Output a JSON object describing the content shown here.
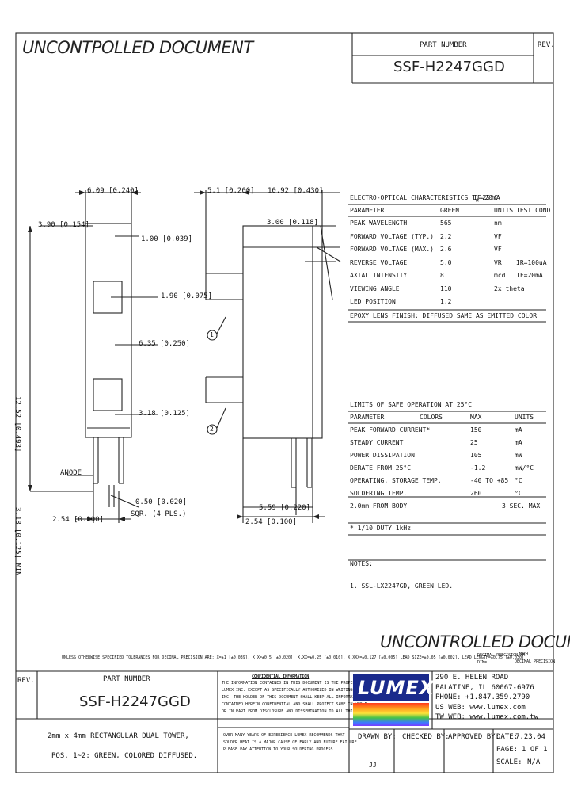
{
  "header": {
    "watermark": "UNCONTPOLLED DOCUMENT",
    "part_number_label": "PART NUMBER",
    "part_number": "SSF-H2247GGD",
    "rev_label": "REV."
  },
  "drawing": {
    "dims": [
      "6.09 [0.240]",
      "3.90 [0.154]",
      "1.00 [0.039]",
      "5.1 [0.200]",
      "10.92 [0.430]",
      "3.00 [0.118]",
      "1.90 [0.075]",
      "6.35 [0.250]",
      "12.52 [0.493]",
      "3.18 [0.125]",
      "0.50 [0.020]",
      "SQR. (4 PLS.)",
      "2.54 [0.100]",
      "5.59 [0.220]",
      "2.54 [0.100]",
      "3.18 [0.125] MIN"
    ],
    "anode_label": "ANODE",
    "callouts": [
      "1",
      "2"
    ]
  },
  "electro_optical": {
    "title": "ELECTRO-OPTICAL CHARACTERISTICS T",
    "title_sub": "A",
    "title_tail": "=25°C",
    "condition": "IF=20mA",
    "headers": [
      "PARAMETER",
      "GREEN",
      "UNITS",
      "TEST COND"
    ],
    "rows": [
      [
        "PEAK WAVELENGTH",
        "565",
        "nm",
        ""
      ],
      [
        "FORWARD VOLTAGE (TYP.)",
        "2.2",
        "VF",
        ""
      ],
      [
        "FORWARD VOLTAGE (MAX.)",
        "2.6",
        "VF",
        ""
      ],
      [
        "REVERSE VOLTAGE",
        "5.0",
        "VR",
        "IR=100uA"
      ],
      [
        "AXIAL INTENSITY",
        "8",
        "mcd",
        "IF=20mA"
      ],
      [
        "VIEWING ANGLE",
        "110",
        "2x theta",
        ""
      ],
      [
        "LED POSITION",
        "1,2",
        "",
        ""
      ]
    ],
    "footer": "EPOXY LENS FINISH:  DIFFUSED SAME AS EMITTED COLOR"
  },
  "limits": {
    "title": "LIMITS OF SAFE OPERATION AT 25°C",
    "headers": [
      "PARAMETER",
      "COLORS",
      "MAX",
      "UNITS"
    ],
    "rows": [
      [
        "PEAK FORWARD CURRENT*",
        "",
        "150",
        "mA"
      ],
      [
        "STEADY CURRENT",
        "",
        "25",
        "mA"
      ],
      [
        "POWER DISSIPATION",
        "",
        "105",
        "mW"
      ],
      [
        "DERATE FROM 25°C",
        "",
        "-1.2",
        "mW/°C"
      ],
      [
        "OPERATING, STORAGE TEMP.",
        "",
        "-40 TO +85",
        "°C"
      ],
      [
        "SOLDERING TEMP.",
        "",
        "260",
        "°C"
      ],
      [
        "2.0mm FROM BODY",
        "",
        "",
        "3 SEC. MAX"
      ]
    ],
    "footnote": "* 1/10 DUTY 1kHz"
  },
  "notes": {
    "title": "NOTES:",
    "items": [
      "1. SSL-LX2247GD, GREEN LED."
    ]
  },
  "footer_watermark": "UNCONTROLLED DOCUMENT",
  "tolerance": {
    "text": "UNLESS OTHERWISE SPECIFIED TOLERANCES FOR DECIMAL PRECISION ARE: X=±1 [±0.039], X.X=±0.5 [±0.020], X.XX=±0.25 [±0.010], X.XXX=±0.127 [±0.005]     LEAD SIZE=±0.05 [±0.002], LEAD LENGTH=±0.75 [±0.030]",
    "dim_unit": "DIM=",
    "mm_label": "DECIMAL PRECISION MM",
    "inch_label": "INCH",
    "dec_label": "DECIMAL PRECISION"
  },
  "title_block": {
    "rev_label": "REV.",
    "part_number_label": "PART NUMBER",
    "part_number": "SSF-H2247GGD",
    "description1": "2mm x 4mm RECTANGULAR DUAL TOWER,",
    "description2": "POS. 1~2: GREEN,  COLORED DIFFUSED.",
    "confidential_title": "CONFIDENTIAL INFORMATION",
    "confidential_body": [
      "THE INFORMATION CONTAINED IN THIS DOCUMENT IS THE PROPERTY OF",
      "LUMEX INC. EXCEPT AS SPECIFICALLY AUTHORIZED IN WRITING BY LUMEX",
      "INC. THE HOLDER OF THIS DOCUMENT SHALL KEEP ALL INFORMATION",
      "CONTAINED HEREIN CONFIDENTIAL AND SHALL PROTECT SAME IN WHOLE",
      "OR IN PART FROM DISCLOSURE AND DISSEMINATION TO ALL THIRD PARTIES."
    ],
    "warning_body": [
      "OVER MANY YEARS OF EXPERIENCE LUMEX RECOMMENDS THAT",
      "SOLDER HEAT IS A MAJOR CAUSE OF EARLY AND FUTURE FAILURE.",
      "PLEASE PAY ATTENTION TO YOUR SOLDERING PROCESS."
    ],
    "logo_text": "LUMEX",
    "address": [
      "290 E. HELEN ROAD",
      "PALATINE, IL 60067-6976",
      "PHONE: +1.847.359.2790",
      "US WEB: www.lumex.com",
      "TW WEB: www.lumex.com.tw"
    ],
    "drawn_by_label": "DRAWN BY:",
    "drawn_by": "JJ",
    "checked_by_label": "CHECKED BY:",
    "approved_by_label": "APPROVED BY:",
    "date_label": "DATE:",
    "date": "7.23.04",
    "page_label": "PAGE:",
    "page": "1 OF 1",
    "scale_label": "SCALE:",
    "scale": "N/A"
  },
  "colors": {
    "line": "#222222",
    "logo_blue": "#1a2a8c",
    "rainbow_top": "#ff3b1e",
    "rainbow_mid": "#ffe23a",
    "rainbow_bottom": "#3c7bff"
  }
}
